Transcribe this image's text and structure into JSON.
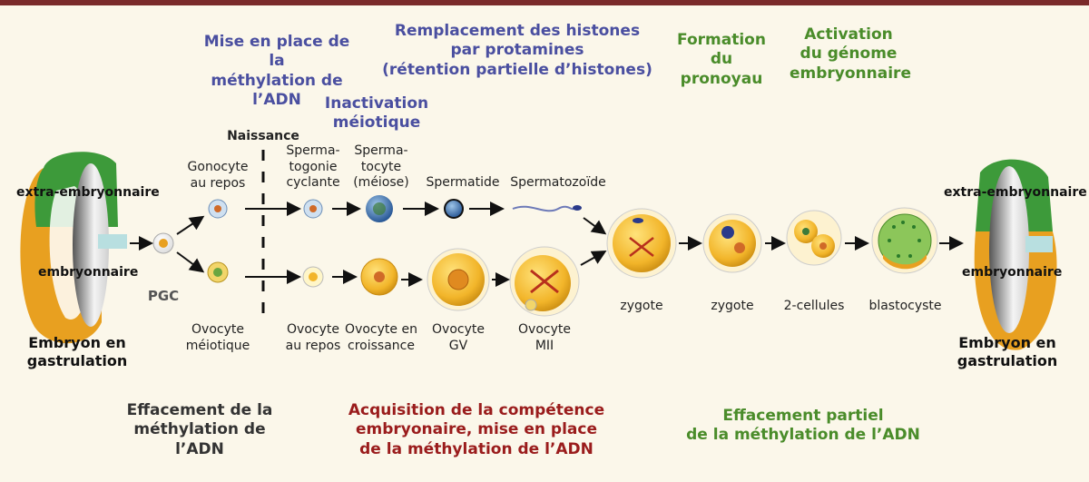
{
  "colors": {
    "header_blue": "#4a4fa0",
    "header_green": "#4a8c2a",
    "header_red": "#9a1c1c",
    "oocyte_yellow": "#f2b52a",
    "embryo_green": "#3d9a3a",
    "embryo_orange": "#e8a020",
    "background": "#fbf7ea"
  },
  "headers": {
    "mise_en_place": "Mise en place de la\nméthylation de l’ADN",
    "remplacement": "Remplacement des histones\npar protamines\n(rétention partielle d’histones)",
    "inactivation": "Inactivation\nméiotique",
    "formation": "Formation\ndu pronoyau",
    "activation": "Activation\ndu génome\nembryonnaire"
  },
  "labels": {
    "naissance": "Naissance",
    "gonocyte": "Gonocyte\nau repos",
    "spermatogonie": "Sperma-\ntogonie\ncyclante",
    "spermatocyte": "Sperma-\ntocyte\n(méiose)",
    "spermatide": "Spermatide",
    "spermatozoide": "Spermatozoïde",
    "pgc": "PGC",
    "ovocyte_meiotique": "Ovocyte\nméiotique",
    "ovocyte_repos": "Ovocyte\nau repos",
    "ovocyte_croissance": "Ovocyte en\ncroissance",
    "ovocyte_gv": "Ovocyte\nGV",
    "ovocyte_mii": "Ovocyte\nMII",
    "zygote1": "zygote",
    "zygote2": "zygote",
    "deux_cellules": "2-cellules",
    "blastocyste": "blastocyste"
  },
  "embryo_left": {
    "extra": "extra-embryonnaire",
    "embryonnaire": "embryonnaire",
    "caption": "Embryon en\ngastrulation"
  },
  "embryo_right": {
    "extra": "extra-embryonnaire",
    "embryonnaire": "embryonnaire",
    "caption": "Embryon en\ngastrulation"
  },
  "footer": {
    "effacement": "Effacement de la\nméthylation de l’ADN",
    "acquisition": "Acquisition de la compétence\nembryonaire, mise en place\nde la méthylation de l’ADN",
    "effacement_partiel": "Effacement partiel\nde la méthylation de l’ADN"
  }
}
